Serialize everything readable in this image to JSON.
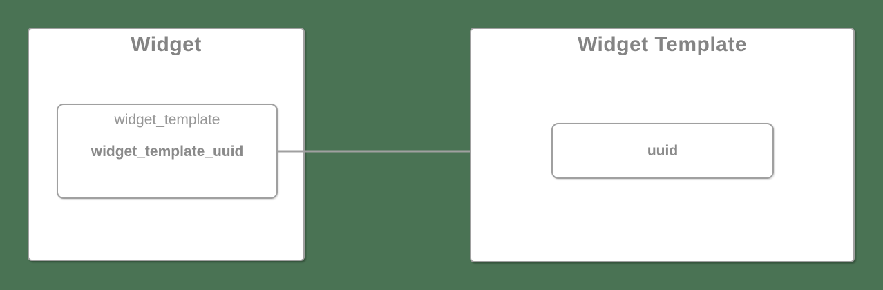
{
  "colors": {
    "background": "#4a7354",
    "node_fill": "#ffffff",
    "node_border": "#a0a0a0",
    "title_text": "#848484",
    "label_text": "#969696",
    "field_text": "#8a8a8a",
    "arrow": "#a0a0a0"
  },
  "entities": {
    "widget": {
      "title": "Widget",
      "group_label": "widget_template",
      "field": "widget_template_uuid"
    },
    "widget_template": {
      "title": "Widget Template",
      "field": "uuid"
    }
  },
  "relationship": {
    "type": "arrow",
    "direction": "left-to-right",
    "from_field": "widget_template_uuid",
    "to_field": "uuid"
  }
}
